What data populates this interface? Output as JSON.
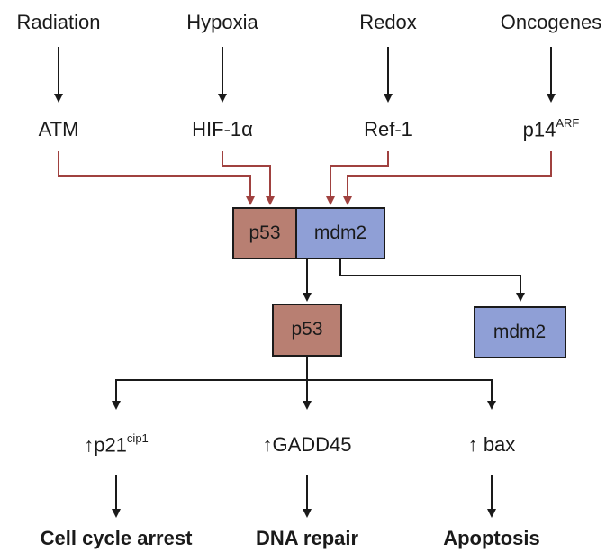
{
  "stimuli": [
    "Radiation",
    "Hypoxia",
    "Redox",
    "Oncogenes"
  ],
  "mediators": {
    "atm": "ATM",
    "hif_main": "HIF-1",
    "hif_alpha": "α",
    "ref1": "Ref-1",
    "p14_main": "p14",
    "p14_sup": "ARF"
  },
  "complex": {
    "p53": "p53",
    "mdm2": "mdm2"
  },
  "free": {
    "p53": "p53",
    "mdm2": "mdm2"
  },
  "targets": {
    "p21_prefix": "↑p21",
    "p21_sup": "cip1",
    "gadd45": "↑GADD45",
    "bax": "↑ bax"
  },
  "outcomes": [
    "Cell cycle arrest",
    "DNA repair",
    "Apoptosis"
  ],
  "colors": {
    "p53_fill": "#b87f72",
    "mdm2_fill": "#8f9fd6",
    "red_arrow": "#a0413f",
    "black_arrow": "#1a1a1a"
  }
}
